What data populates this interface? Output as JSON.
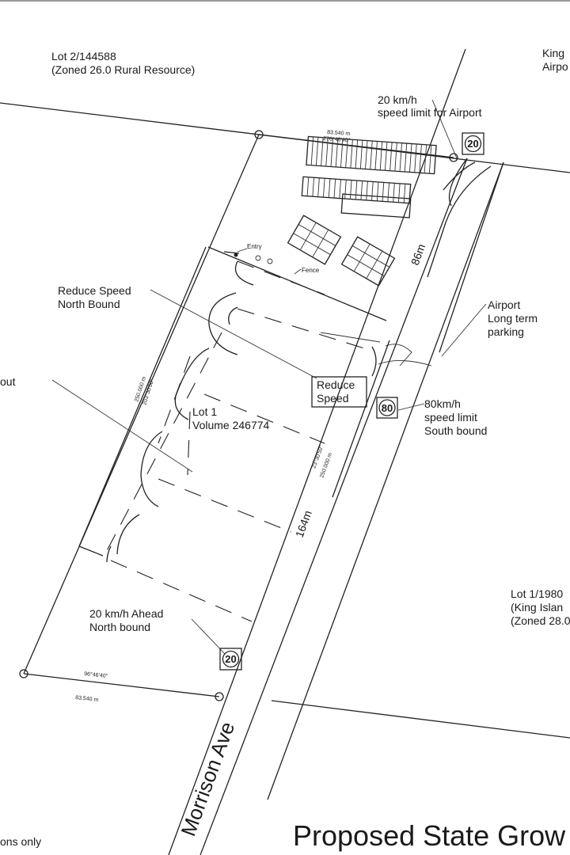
{
  "labels": {
    "lot2_line1": "Lot 2/144588",
    "lot2_line2": "(Zoned 26.0 Rural Resource)",
    "king_line1": "King",
    "king_line2": "Airpo",
    "speed20_airport_line1": "20 km/h",
    "speed20_airport_line2": "speed limit for Airport",
    "dim_top_length": "83.540 m",
    "dim_top_bearing": "276°46'40\"",
    "entry": "Entry",
    "fence": "Fence",
    "road_86m": "86m",
    "airport_parking_line1": "Airport",
    "airport_parking_line2": "Long term",
    "airport_parking_line3": "parking",
    "reduce_nb_line1": "Reduce Speed",
    "reduce_nb_line2": "North Bound",
    "left_cut": "out",
    "dim_left_length": "250.000 m",
    "dim_left_bearing": "203°30'50\"",
    "reduce_box_line1": "Reduce",
    "reduce_box_line2": "Speed",
    "speed80_line1": "80km/h",
    "speed80_line2": "speed limit",
    "speed80_line3": "South bound",
    "lot1_line1": "Lot 1",
    "lot1_line2": "Volume 246774",
    "dim_right_bearing": "23°30'50\"",
    "dim_right_length": "250.000 m",
    "road_164m": "164m",
    "lot1_1980_line1": "Lot 1/1980",
    "lot1_1980_line2": "(King Islan",
    "lot1_1980_line3": "(Zoned 28.0",
    "speed20_ahead_line1": "20 km/h Ahead",
    "speed20_ahead_line2": "North bound",
    "dim_bottom_bearing": "96°46'40\"",
    "dim_bottom_length": "83.540 m",
    "street_name": "Morrison Ave",
    "bottom_left": "ons only",
    "title": "Proposed State Grow"
  },
  "signs": {
    "sign_top": "20",
    "sign_mid": "80",
    "sign_bottom": "20"
  },
  "colors": {
    "line": "#222222",
    "background": "#ffffff"
  }
}
